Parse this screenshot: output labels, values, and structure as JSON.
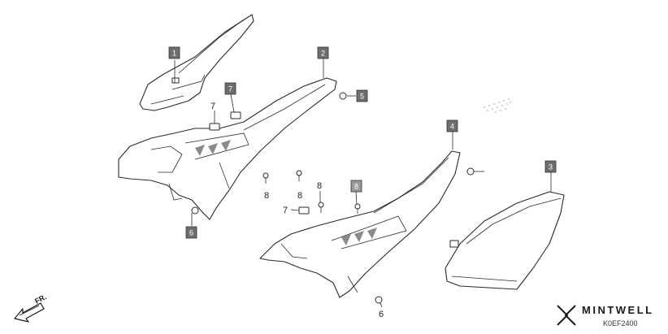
{
  "callouts": [
    {
      "id": "c1",
      "label": "1",
      "tone": "dark"
    },
    {
      "id": "c2",
      "label": "2",
      "tone": "dark"
    },
    {
      "id": "c3",
      "label": "3",
      "tone": "dark"
    },
    {
      "id": "c4",
      "label": "4",
      "tone": "dark"
    },
    {
      "id": "c5",
      "label": "5",
      "tone": "dark"
    },
    {
      "id": "c6a",
      "label": "6",
      "tone": "dark"
    },
    {
      "id": "c7box",
      "label": "7",
      "tone": "dark"
    },
    {
      "id": "c8box",
      "label": "8",
      "tone": "light"
    }
  ],
  "plain_numbers": [
    {
      "id": "n7a",
      "label": "7"
    },
    {
      "id": "n8a",
      "label": "8"
    },
    {
      "id": "n8b",
      "label": "8"
    },
    {
      "id": "n8c",
      "label": "8"
    },
    {
      "id": "n7b",
      "label": "7"
    },
    {
      "id": "n6b",
      "label": "6"
    }
  ],
  "direction_label": "FR.",
  "diagram_code": "K0EF2400",
  "brand": "MINTWELL",
  "colors": {
    "line": "#2a2a2a",
    "callout_fill": "#6e6e6e",
    "background": "#ffffff"
  }
}
